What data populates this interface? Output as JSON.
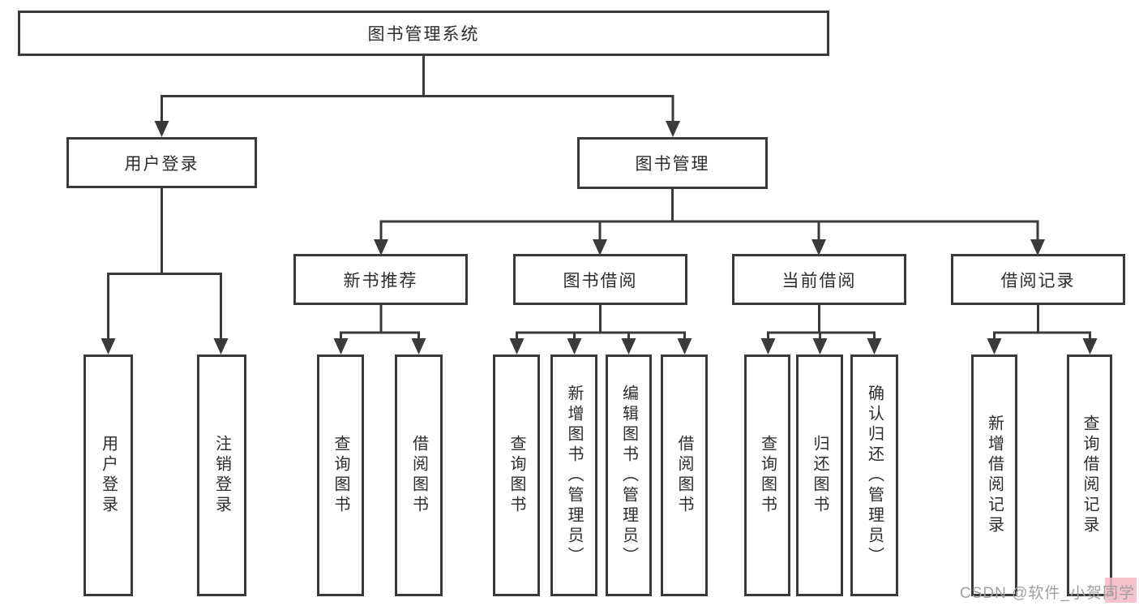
{
  "diagram": {
    "root": "图书管理系统",
    "level2": {
      "user_login": "用户登录",
      "book_management": "图书管理"
    },
    "level3": {
      "new_book_recommend": "新书推荐",
      "book_borrow": "图书借阅",
      "current_borrow": "当前借阅",
      "borrow_record": "借阅记录"
    },
    "leaves": {
      "user_login": "用户登录",
      "logout": "注销登录",
      "recommend_query_book": "查询图书",
      "recommend_borrow_book": "借阅图书",
      "borrow_query_book": "查询图书",
      "borrow_add_book": "新增图书（管理员）",
      "borrow_edit_book": "编辑图书（管理员）",
      "borrow_borrow_book": "借阅图书",
      "current_query_book": "查询图书",
      "current_return_book": "归还图书",
      "current_confirm_return": "确认归还（管理员）",
      "record_add": "新增借阅记录",
      "record_query": "查询借阅记录"
    },
    "watermark": "CSDN @软件_小贺同学",
    "colors": {
      "line": "#3a3a3a",
      "text": "#2d2d2d",
      "watermark": "#a0a0a0",
      "watermark_accent": "#f2b9c6"
    }
  }
}
